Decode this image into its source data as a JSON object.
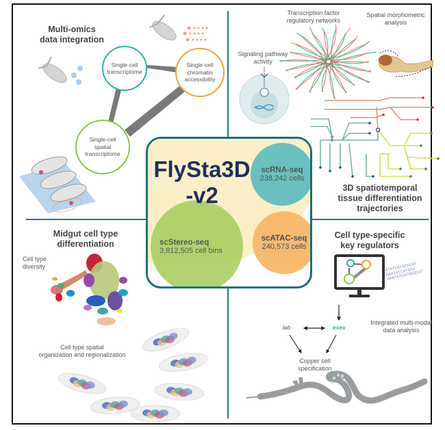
{
  "center": {
    "title_line1": "FlySta3D",
    "title_line2": "-v2",
    "datasets": [
      {
        "name": "scRNA-seq",
        "count": "238,242 cells",
        "color": "#5fbcc0"
      },
      {
        "name": "scATAC-seq",
        "count": "240,573 cells",
        "color": "#f7b868"
      },
      {
        "name": "scStereo-seq",
        "count": "3,812,505 cell bins",
        "color": "#a9cf62"
      }
    ]
  },
  "panels": {
    "top_left": {
      "title_line1": "Multi-omics",
      "title_line2": "data integration",
      "nodes": [
        {
          "line1": "Single-cell",
          "line2": "transcriptome",
          "color": "#2bb3a6"
        },
        {
          "line1": "Single-cell",
          "line2": "chromatin",
          "line3": "accessibility",
          "color": "#f0a830"
        },
        {
          "line1": "Single-cell",
          "line2": "spatial",
          "line3": "transcriptome",
          "color": "#8cc63f"
        }
      ]
    },
    "top_right": {
      "tf_label_line1": "Transcription factor",
      "tf_label_line2": "regulatory networks",
      "morph_label_line1": "Spatial morphometric",
      "morph_label_line2": "analysis",
      "signal_label_line1": "Signaling pathway",
      "signal_label_line2": "activity",
      "title_line1": "3D spatiotemporal",
      "title_line2": "tissue differentiation",
      "title_line3": "trajectories"
    },
    "bottom_left": {
      "title_line1": "Midgut cell type",
      "title_line2": "differentiation",
      "diversity_line1": "Cell type",
      "diversity_line2": "diversity",
      "spatial_line1": "Cell type spatial",
      "spatial_line2": "organization and regionalization"
    },
    "bottom_right": {
      "title_line1": "Cell type-specific",
      "title_line2": "key regulators",
      "integrated_line1": "Integrated multi-modal",
      "integrated_line2": "data analysis",
      "gene_a": "lab",
      "gene_b": "exex",
      "gene_b_color": "#2bb3a6",
      "outcome_line1": "Copper cell",
      "outcome_line2": "specification",
      "dna_line1": "ATATCATGCGCAT",
      "dna_line2": "AAATATCATGCG",
      "dna_line3": "AAATATCATGCGCAT"
    }
  },
  "colors": {
    "divider": "#1f7a80",
    "title_dark": "#1e2f5c",
    "center_bg": "#fcefc7"
  }
}
